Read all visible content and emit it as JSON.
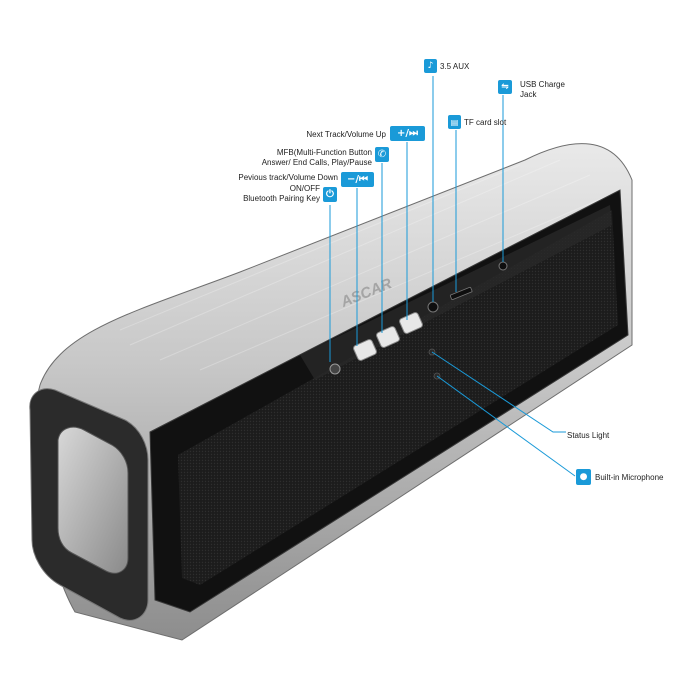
{
  "brand": "ASCAR",
  "accent_color": "#1a9ad8",
  "callouts": {
    "aux": {
      "label": "3.5 AUX",
      "icon": "headphone-jack-icon"
    },
    "usb": {
      "label_line1": "USB Charge",
      "label_line2": "Jack",
      "icon": "usb-icon",
      "glyph": "⇋"
    },
    "tf": {
      "label": "TF card slot",
      "icon": "sd-card-icon"
    },
    "next": {
      "label": "Next Track/Volume Up",
      "icon": "plus-next-icon",
      "glyph": "+/⏭"
    },
    "mfb": {
      "label_line1": "MFB(Multi-Function Button",
      "label_line2": "Answer/ End Calls, Play/Pause",
      "icon": "phone-icon",
      "glyph": "✆"
    },
    "prev": {
      "label": "Pevious track/Volume Down",
      "icon": "minus-prev-icon",
      "glyph": "−/⏮"
    },
    "power": {
      "label_line1": "ON/OFF",
      "label_line2": "Bluetooth Pairing Key",
      "icon": "power-icon",
      "glyph": "⏻"
    },
    "status": {
      "label": "Status Light"
    },
    "mic": {
      "label": "Built-in Microphone",
      "icon": "microphone-icon",
      "glyph": "🎙"
    }
  }
}
